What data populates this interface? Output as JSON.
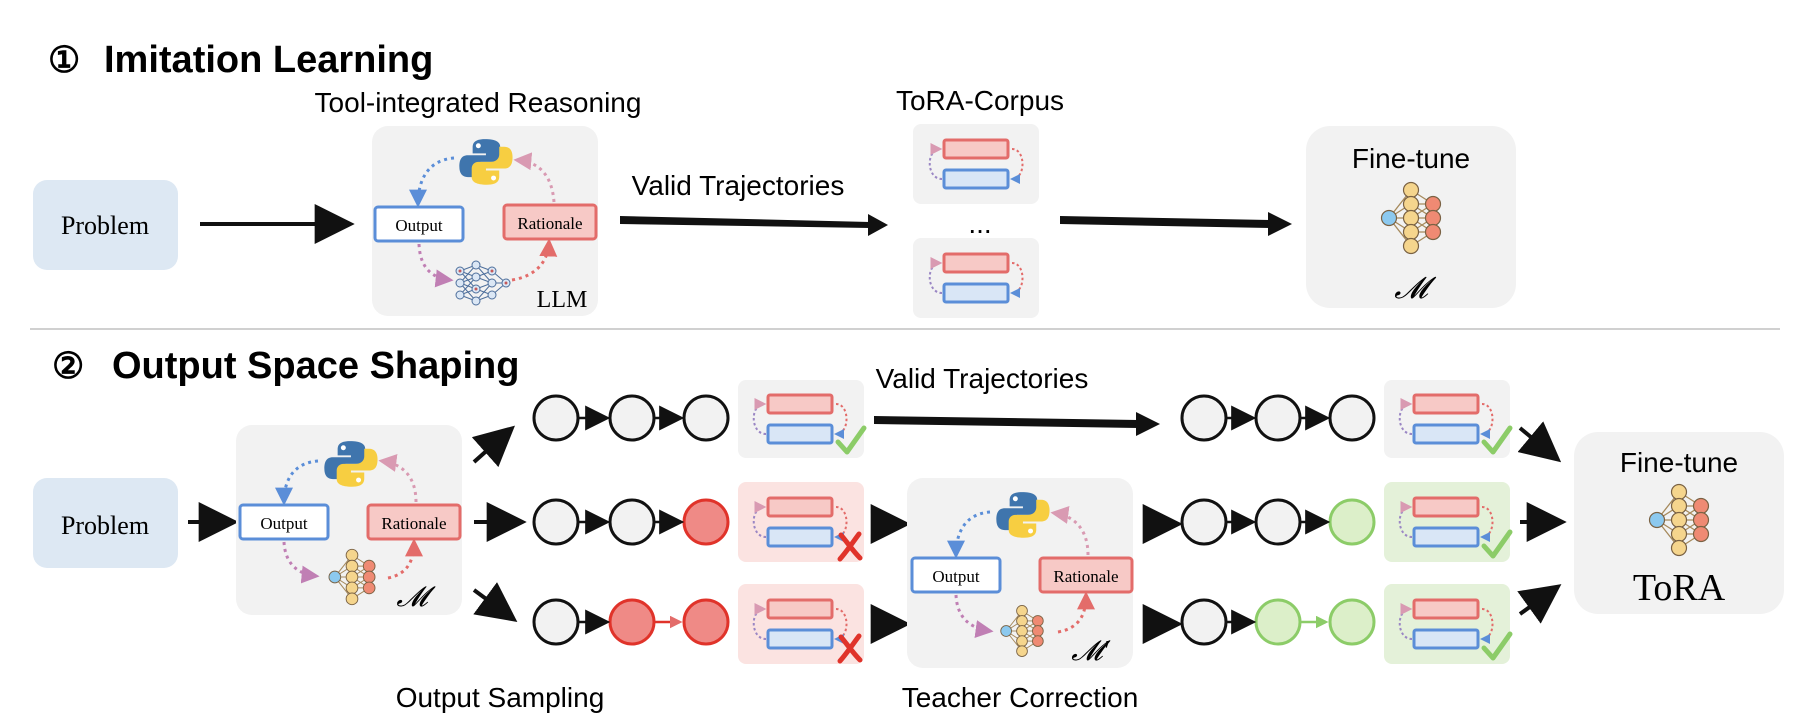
{
  "section1": {
    "number": "①",
    "title": "Imitation Learning",
    "problem": "Problem",
    "tir_title": "Tool-integrated Reasoning",
    "output": "Output",
    "rationale": "Rationale",
    "llm": "LLM",
    "valid": "Valid Trajectories",
    "corpus_title": "ToRA-Corpus",
    "ellipsis": "...",
    "finetune": "Fine-tune",
    "model": "𝓜"
  },
  "section2": {
    "number": "②",
    "title": "Output Space Shaping",
    "problem": "Problem",
    "output": "Output",
    "rationale": "Rationale",
    "model": "𝓜",
    "valid": "Valid Trajectories",
    "sampling_title": "Output Sampling",
    "teacher_output": "Output",
    "teacher_rationale": "Rationale",
    "teacher_model": "𝓜′",
    "teacher_title": "Teacher Correction",
    "finetune": "Fine-tune",
    "tora": "ToRA"
  },
  "colors": {
    "box_gray": "#f2f2f2",
    "problem_blue": "#dde8f3",
    "output_blue": "#5b8ed8",
    "rationale_red": "#e36c6a",
    "rationale_fill": "#f7c9c6",
    "output_fill": "#d9e6f6",
    "node_red": "#ef8a86",
    "node_green": "#dcefc9",
    "check_green": "#8ccc68",
    "cross_red": "#e0332a",
    "bad_bg": "#fbe3e1",
    "good_bg": "#e4f1d9",
    "model_gold": "#f5d58d",
    "model_orange": "#ef8a73",
    "model_blue": "#8cc9ef"
  }
}
